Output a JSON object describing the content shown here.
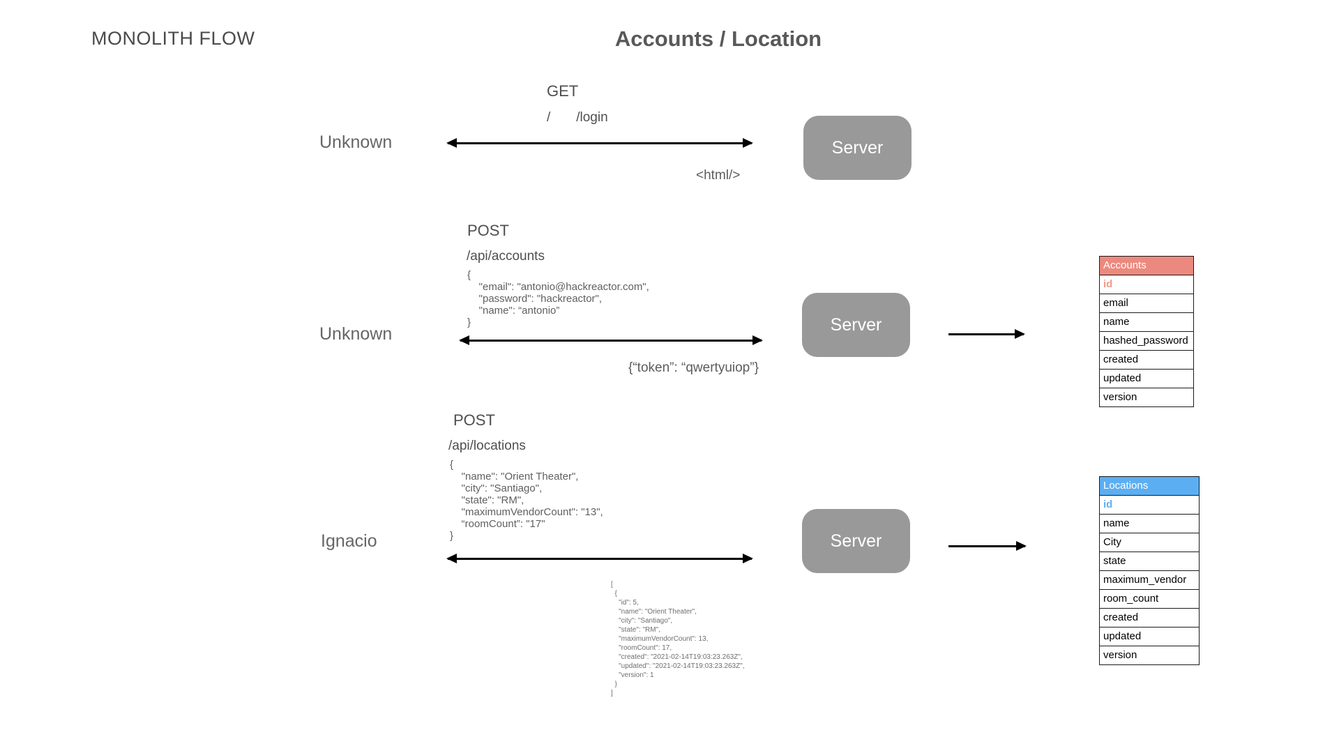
{
  "header": {
    "logo": "MONOLITH FLOW",
    "title": "Accounts / Location"
  },
  "flows": [
    {
      "actor": "Unknown",
      "method": "GET",
      "path": "/       /login",
      "server": "Server",
      "response": "<html/>"
    },
    {
      "actor": "Unknown",
      "method": "POST",
      "path": "/api/accounts",
      "server": "Server",
      "request_body": "{\n    \"email\": \"antonio@hackreactor.com\",\n    \"password\": \"hackreactor\",\n    \"name\": “antonio”\n}",
      "response": "{“token”: “qwertyuiop”}"
    },
    {
      "actor": "Ignacio",
      "method": "POST",
      "path": "/api/locations",
      "server": "Server",
      "request_body": "{\n    \"name\": \"Orient Theater\",\n    \"city\": \"Santiago\",\n    \"state\": \"RM\",\n    \"maximumVendorCount\": \"13\",\n    “roomCount”: \"17\"\n}",
      "response_body": "[\n  {\n    \"id\": 5,\n    \"name\": \"Orient Theater\",\n    \"city\": \"Santiago\",\n    \"state\": \"RM\",\n    \"maximumVendorCount\": 13,\n    \"roomCount\": 17,\n    \"created\": \"2021-02-14T19:03:23.263Z\",\n    \"updated\": \"2021-02-14T19:03:23.263Z\",\n    \"version\": 1\n  }\n]"
    }
  ],
  "tables": [
    {
      "title": "Accounts",
      "header_bg": "#ec897e",
      "id_color": "#f29a8e",
      "fields": [
        "id",
        "email",
        "name",
        "hashed_password",
        "created",
        "updated",
        "version"
      ]
    },
    {
      "title": "Locations",
      "header_bg": "#5caef2",
      "id_color": "#64b0ee",
      "fields": [
        "id",
        "name",
        "City",
        "state",
        "maximum_vendor",
        "room_count",
        "created",
        "updated",
        "version"
      ]
    }
  ]
}
